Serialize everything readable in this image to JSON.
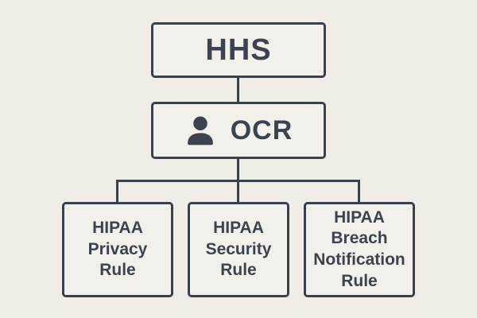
{
  "diagram": {
    "type": "org-chart",
    "root": {
      "label": "HHS"
    },
    "mid": {
      "label": "OCR",
      "icon": "person-icon"
    },
    "children": [
      {
        "label": "HIPAA Privacy Rule"
      },
      {
        "label": "HIPAA Security Rule"
      },
      {
        "label": "HIPAA Breach Notification Rule"
      }
    ],
    "colors": {
      "background": "#f0ede7",
      "box_fill": "#f2f0ea",
      "line": "#3a414b",
      "text": "#3d434e"
    }
  }
}
